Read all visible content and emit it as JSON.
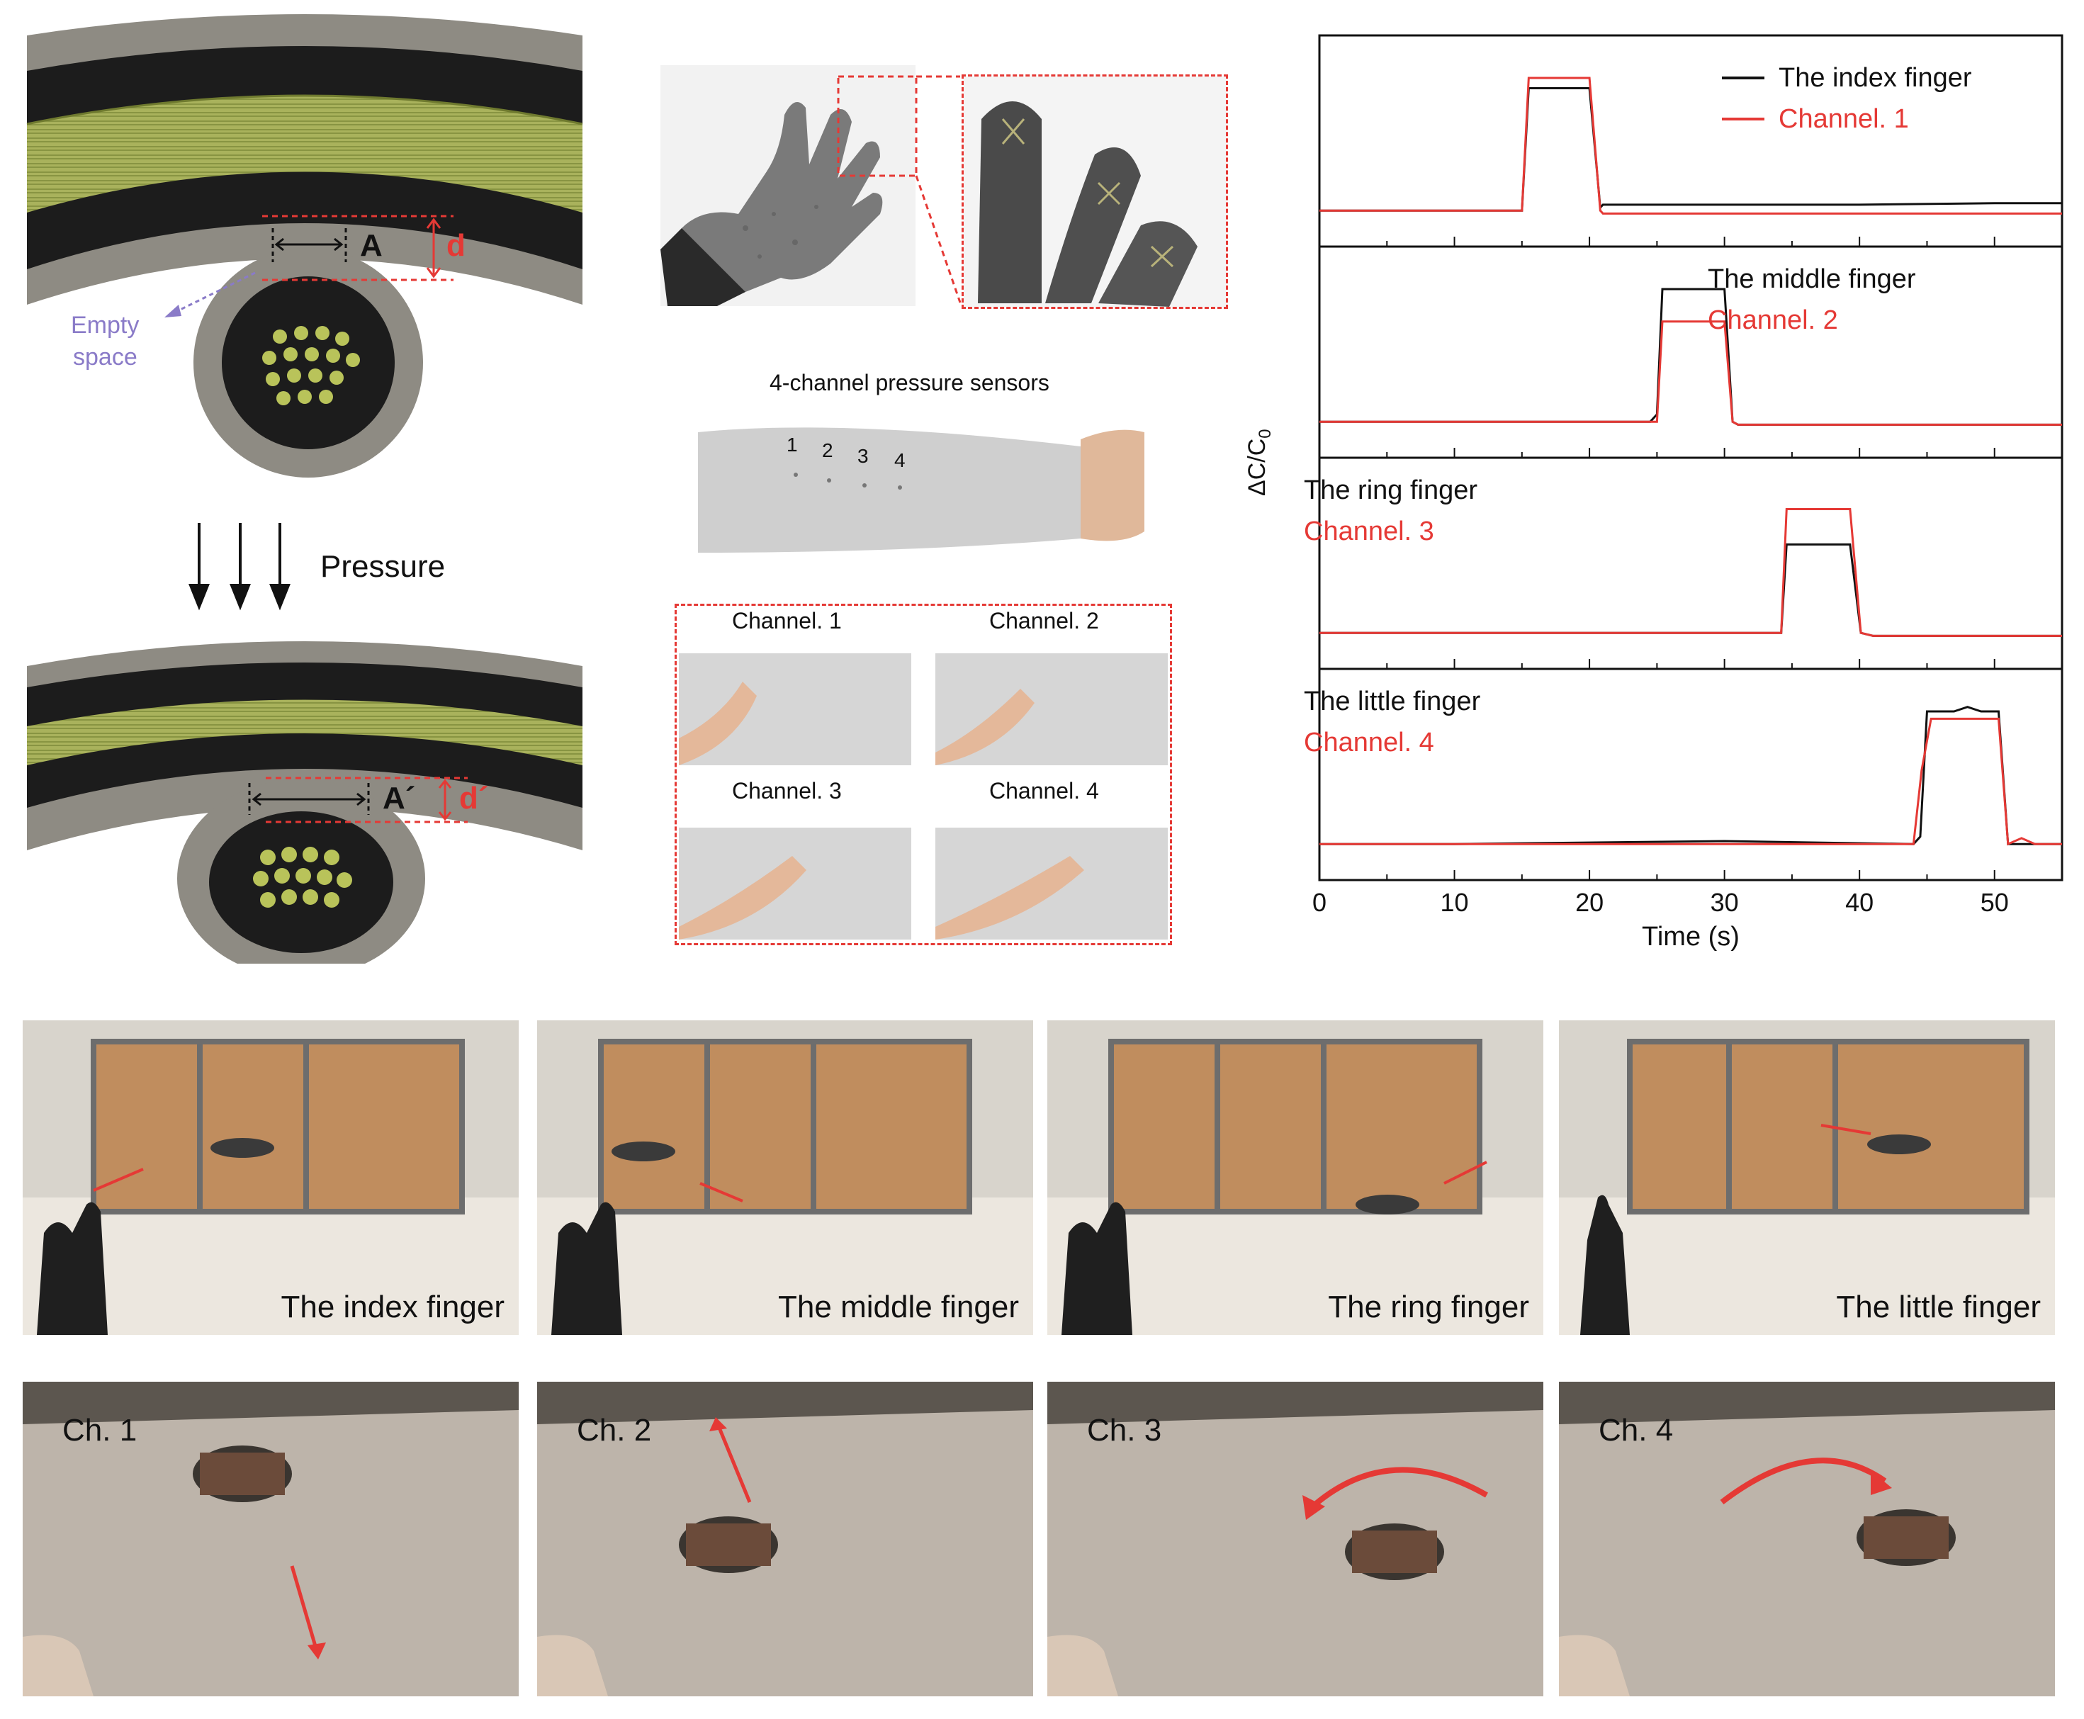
{
  "colors": {
    "red": "#e53935",
    "black": "#111111",
    "purple": "#8a7bc8",
    "fabric_green": "#a9b25c",
    "fabric_dark": "#1c1c1c",
    "fabric_gray": "#8e8b83"
  },
  "schematic": {
    "label_A": "A",
    "label_d": "d",
    "label_A_prime": "A´",
    "label_d_prime": "d´",
    "empty_space": [
      "Empty",
      "space"
    ],
    "pressure": "Pressure"
  },
  "center": {
    "sensor_title": "4-channel pressure sensors",
    "sensor_numbers": [
      "1",
      "2",
      "3",
      "4"
    ],
    "channels": [
      "Channel. 1",
      "Channel. 2",
      "Channel. 3",
      "Channel. 4"
    ]
  },
  "chart_data": {
    "type": "line",
    "xlabel": "Time (s)",
    "ylabel": "ΔC/C",
    "ylabel_sub": "0",
    "xlim": [
      0,
      55
    ],
    "xticks": [
      0,
      10,
      20,
      30,
      40,
      50
    ],
    "panels": [
      {
        "series": [
          {
            "name": "The index finger",
            "color": "#111111",
            "x": [
              0,
              1,
              14,
              15,
              15.5,
              20,
              20.8,
              21,
              30,
              40,
              50,
              55
            ],
            "y": [
              0.1,
              0.1,
              0.1,
              0.1,
              0.93,
              0.93,
              0.12,
              0.14,
              0.14,
              0.14,
              0.15,
              0.15
            ]
          },
          {
            "name": "Channel. 1",
            "color": "#e53935",
            "x": [
              0,
              1,
              14,
              15,
              15.5,
              20,
              20.8,
              21,
              30,
              40,
              50,
              55
            ],
            "y": [
              0.1,
              0.1,
              0.1,
              0.1,
              1.0,
              1.0,
              0.1,
              0.08,
              0.08,
              0.08,
              0.08,
              0.08
            ]
          }
        ]
      },
      {
        "series": [
          {
            "name": "The middle finger",
            "color": "#111111",
            "x": [
              0,
              10,
              24.5,
              25,
              25.4,
              30,
              30.6,
              31,
              40,
              55
            ],
            "y": [
              0.1,
              0.1,
              0.1,
              0.15,
              1.0,
              1.0,
              0.1,
              0.08,
              0.08,
              0.08
            ]
          },
          {
            "name": "Channel. 2",
            "color": "#e53935",
            "x": [
              0,
              10,
              24.5,
              25,
              25.4,
              30,
              30.6,
              31,
              40,
              55
            ],
            "y": [
              0.1,
              0.1,
              0.1,
              0.1,
              0.78,
              0.78,
              0.1,
              0.08,
              0.08,
              0.08
            ]
          }
        ]
      },
      {
        "series": [
          {
            "name": "The ring finger",
            "color": "#111111",
            "x": [
              0,
              10,
              33.8,
              34.2,
              34.6,
              39.3,
              40.1,
              41,
              50,
              55
            ],
            "y": [
              0.1,
              0.1,
              0.1,
              0.1,
              0.7,
              0.7,
              0.1,
              0.08,
              0.08,
              0.08
            ]
          },
          {
            "name": "Channel. 3",
            "color": "#e53935",
            "x": [
              0,
              10,
              33.8,
              34.2,
              34.6,
              39.3,
              40.1,
              41,
              50,
              55
            ],
            "y": [
              0.1,
              0.1,
              0.1,
              0.1,
              0.94,
              0.94,
              0.1,
              0.08,
              0.08,
              0.08
            ]
          }
        ]
      },
      {
        "series": [
          {
            "name": "The little finger",
            "color": "#111111",
            "x": [
              0,
              10,
              30,
              44,
              44.5,
              45,
              47,
              48,
              49,
              50.3,
              51,
              55
            ],
            "y": [
              0.1,
              0.1,
              0.12,
              0.1,
              0.15,
              1.0,
              1.0,
              1.03,
              1.0,
              1.0,
              0.1,
              0.1
            ]
          },
          {
            "name": "Channel. 4",
            "color": "#e53935",
            "x": [
              0,
              10,
              30,
              44,
              44.6,
              45.3,
              50.3,
              51,
              52,
              53,
              55
            ],
            "y": [
              0.1,
              0.1,
              0.1,
              0.1,
              0.6,
              0.95,
              0.95,
              0.1,
              0.14,
              0.1,
              0.1
            ]
          }
        ]
      }
    ]
  },
  "drone_panels": [
    "The index finger",
    "The middle finger",
    "The ring finger",
    "The little finger"
  ],
  "robot_panels": [
    "Ch. 1",
    "Ch. 2",
    "Ch. 3",
    "Ch. 4"
  ]
}
